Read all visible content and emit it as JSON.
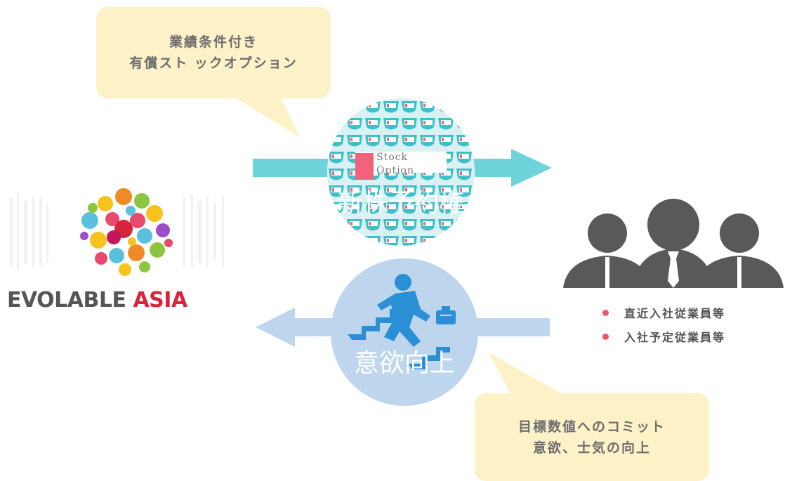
{
  "bubbles": {
    "top": {
      "line1": "業績条件付き",
      "line2": "有償スト ックオプション"
    },
    "bottom": {
      "line1": "目標数値へのコミット",
      "line2": "意欲、士気の向上"
    }
  },
  "logo": {
    "word1": "EVOLABLE",
    "word2": "ASIA"
  },
  "stock_option": {
    "card_line1": "Stock",
    "card_line2": "Option",
    "label": "新株予約権"
  },
  "motivation": {
    "label": "意欲向上"
  },
  "employees": {
    "items": [
      {
        "label": "直近入社従業員等"
      },
      {
        "label": "入社予定従業員等"
      }
    ]
  },
  "colors": {
    "arrow_top": "#6fd3db",
    "arrow_bottom": "#bdd6ee",
    "bubble": "#fdf1c8",
    "people": "#595959",
    "dot": "#ee5566",
    "logo_red": "#d6243a"
  }
}
